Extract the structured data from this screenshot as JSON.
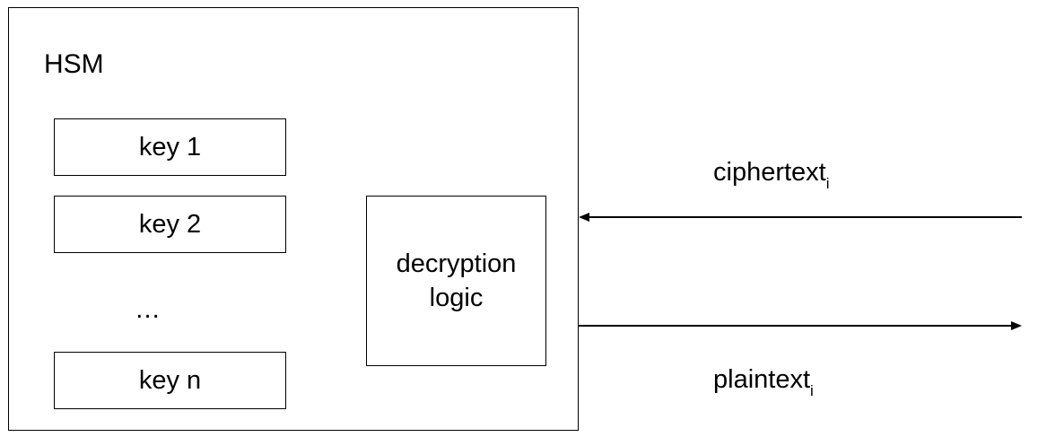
{
  "hsm": {
    "title": "HSM",
    "keys": [
      "key 1",
      "key 2",
      "key n"
    ],
    "ellipsis": "…",
    "logic": {
      "line1": "decryption",
      "line2": "logic"
    }
  },
  "flows": {
    "input": {
      "label": "ciphertext",
      "subscript": "i"
    },
    "output": {
      "label": "plaintext",
      "subscript": "i"
    }
  },
  "colors": {
    "stroke": "#000000",
    "background": "#ffffff"
  }
}
